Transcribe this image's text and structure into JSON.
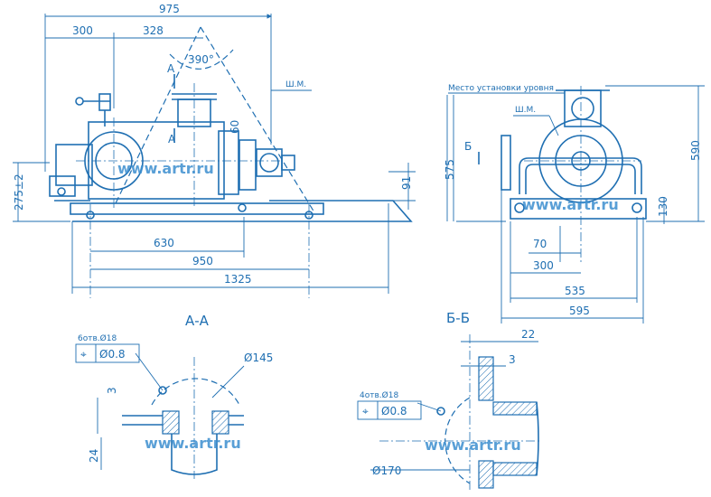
{
  "watermark": "www.artr.ru",
  "front_view": {
    "dims": {
      "overall_top": "975",
      "left_top": "300",
      "mid_top": "328",
      "radius_label": "390°",
      "section_label_top": "A",
      "section_label_bottom": "A",
      "height_60": "60",
      "height_91": "91",
      "height_left": "275±2",
      "base_630": "630",
      "base_950": "950",
      "base_1325": "1325"
    },
    "motor_label": "Ш.М."
  },
  "side_view": {
    "note_top": "Место установки уровня",
    "motor_label": "Ш.М.",
    "section_label": "Б",
    "dims": {
      "height_575": "575",
      "height_590": "590",
      "height_130": "130",
      "width_70": "70",
      "width_300": "300",
      "width_535": "535",
      "width_595": "595"
    }
  },
  "section_aa": {
    "title": "А-А",
    "holes_note": "6отв.Ø18",
    "tolerance_symbol": "⌖",
    "tolerance_value": "Ø0.8",
    "diameter": "Ø145",
    "dim_3": "3",
    "dim_24": "24"
  },
  "section_bb": {
    "title": "Б-Б",
    "holes_note": "4отв.Ø18",
    "tolerance_symbol": "⌖",
    "tolerance_value": "Ø0.8",
    "diameter": "Ø170",
    "dim_22": "22",
    "dim_3": "3"
  }
}
